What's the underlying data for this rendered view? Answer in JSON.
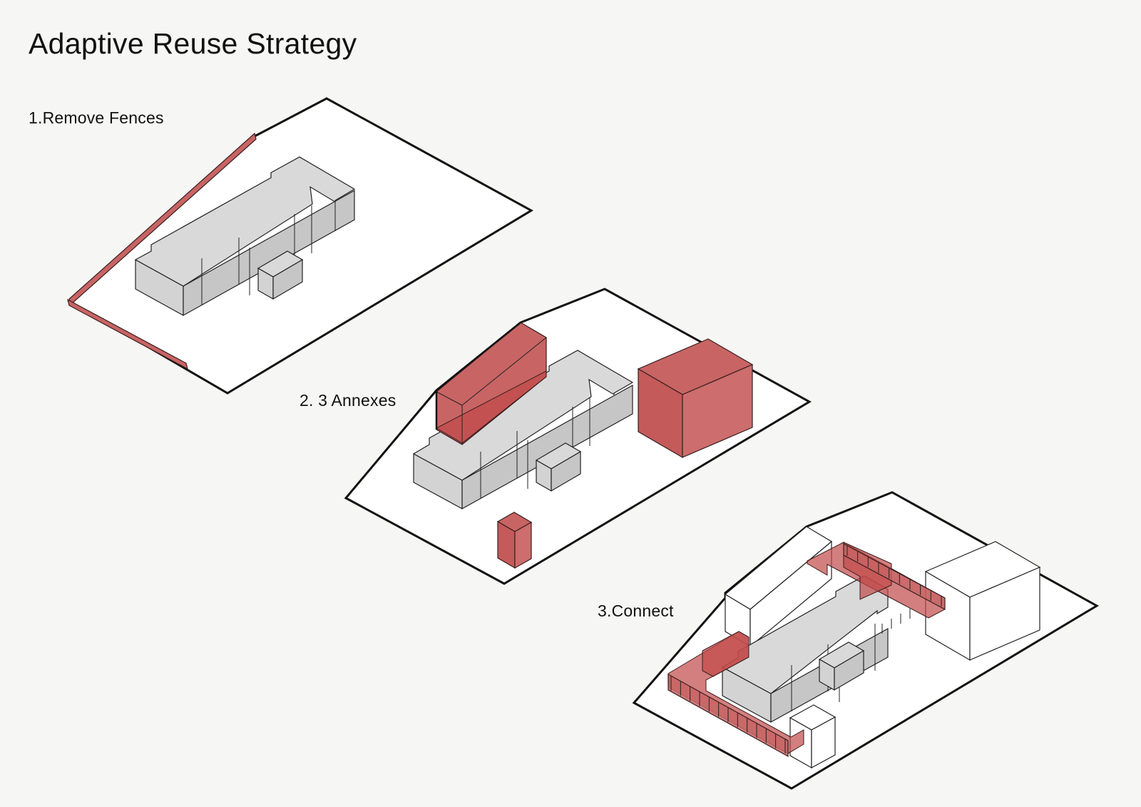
{
  "title": "Adaptive Reuse Strategy",
  "steps": [
    {
      "label": "1.Remove Fences"
    },
    {
      "label": "2. 3 Annexes"
    },
    {
      "label": "3.Connect"
    }
  ],
  "colors": {
    "highlight": "#c86464",
    "building": "#d3d3d3",
    "site": "#ffffff",
    "background": "#f6f6f4"
  }
}
